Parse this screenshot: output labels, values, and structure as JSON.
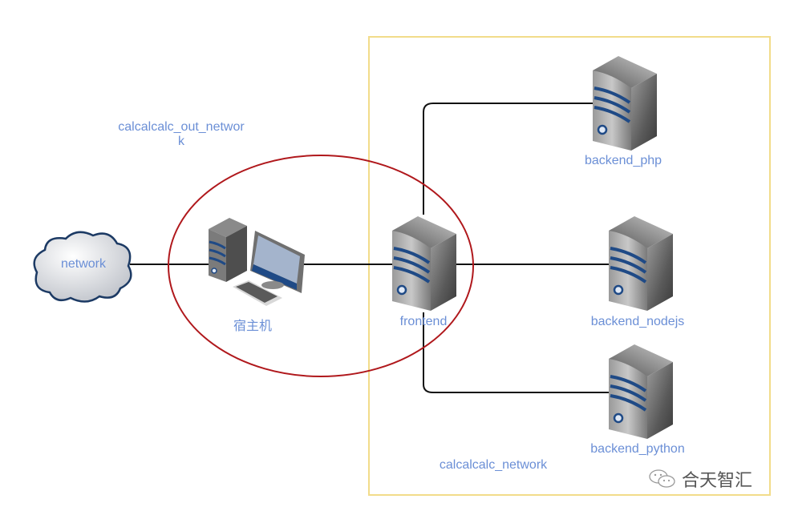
{
  "diagram": {
    "title_outer_network": "calcalcalc_out_networ\nk",
    "title_outer_network_line1": "calcalcalc_out_networ",
    "title_outer_network_line2": "k",
    "inner_network_label": "calcalcalc_network",
    "nodes": {
      "cloud": {
        "label": "network",
        "icon": "cloud-icon"
      },
      "host": {
        "label": "宿主机",
        "icon": "desktop-computer-icon"
      },
      "frontend": {
        "label": "frontend",
        "icon": "server-icon"
      },
      "backend_php": {
        "label": "backend_php",
        "icon": "server-icon"
      },
      "backend_nodejs": {
        "label": "backend_nodejs",
        "icon": "server-icon"
      },
      "backend_python": {
        "label": "backend_python",
        "icon": "server-icon"
      }
    },
    "edges": [
      {
        "from": "network",
        "to": "宿主机"
      },
      {
        "from": "宿主机",
        "to": "frontend"
      },
      {
        "from": "frontend",
        "to": "backend_php"
      },
      {
        "from": "frontend",
        "to": "backend_nodejs"
      },
      {
        "from": "frontend",
        "to": "backend_python"
      }
    ],
    "colors": {
      "label": "#6b8fd6",
      "network_box": "#f2dc8a",
      "highlight_ellipse": "#b0181c",
      "edge": "#111111"
    }
  },
  "watermark": {
    "text": "合天智汇",
    "icon": "wechat-icon"
  }
}
